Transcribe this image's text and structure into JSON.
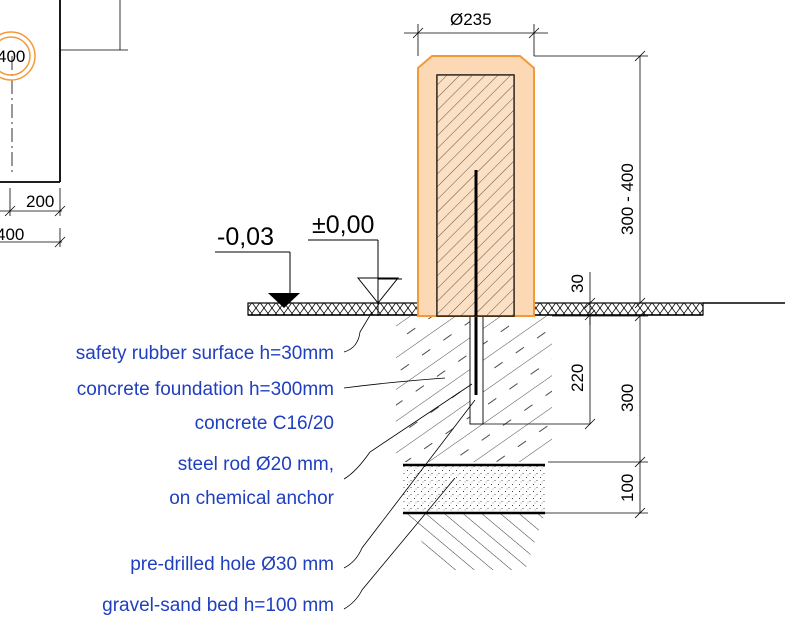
{
  "colors": {
    "label_blue": "#1f3fbf",
    "bollard_orange": "#f29a3a",
    "bollard_fill": "#fcd9b4",
    "line": "#000000"
  },
  "left_partial": {
    "dim_400_circle": "400",
    "dim_200": "200",
    "dim_400_bottom": "400"
  },
  "dimensions": {
    "diameter": "Ø235",
    "height_range": "300 - 400",
    "rubber": "30",
    "rod_embed": "220",
    "foundation": "300",
    "bed": "100"
  },
  "levels": {
    "rubber_top": "-0,03",
    "zero": "±0,00"
  },
  "labels": {
    "rubber": "safety rubber surface h=30mm",
    "foundation_line1": "concrete foundation h=300mm",
    "foundation_line2": "concrete C16/20",
    "rod_line1": "steel rod Ø20 mm,",
    "rod_line2": "on chemical anchor",
    "hole": "pre-drilled hole Ø30 mm",
    "bed": "gravel-sand bed h=100 mm"
  }
}
